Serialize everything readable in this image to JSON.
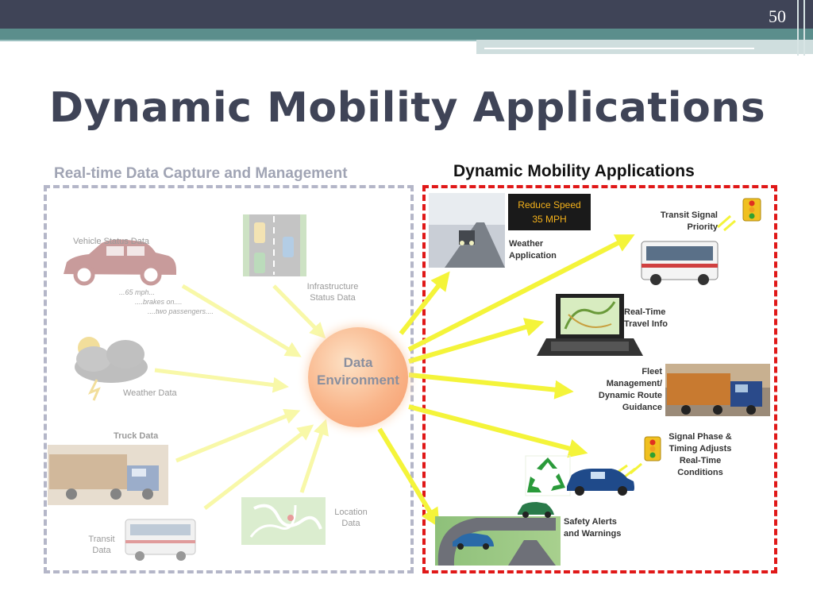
{
  "slide_number": "50",
  "title": "Dynamic Mobility Applications",
  "left_panel": {
    "heading": "Real-time Data Capture and Management",
    "vehicle_status": "Vehicle Status Data",
    "vehicle_notes": [
      "...65 mph...",
      "....brakes on....",
      "....two passengers...."
    ],
    "infrastructure": [
      "Infrastructure",
      "Status Data"
    ],
    "weather": "Weather Data",
    "truck": "Truck Data",
    "transit": [
      "Transit",
      "Data"
    ],
    "location": [
      "Location",
      "Data"
    ]
  },
  "center": {
    "label": [
      "Data",
      "Environment"
    ]
  },
  "right_panel": {
    "heading": "Dynamic Mobility Applications",
    "sign": [
      "Reduce Speed",
      "35 MPH"
    ],
    "weather_app": [
      "Weather",
      "Application"
    ],
    "transit_signal": [
      "Transit Signal",
      "Priority"
    ],
    "travel_info": [
      "Real-Time",
      "Travel Info"
    ],
    "fleet": [
      "Fleet",
      "Management/",
      "Dynamic Route",
      "Guidance"
    ],
    "signal_phase": [
      "Signal Phase &",
      "Timing Adjusts",
      "Real-Time",
      "Conditions"
    ],
    "safety": [
      "Safety Alerts",
      "and Warnings"
    ]
  },
  "colors": {
    "arrow": "#f4f43a",
    "left_border": "#b4b6c8",
    "right_border": "#e01818",
    "header": "#3f4457"
  }
}
